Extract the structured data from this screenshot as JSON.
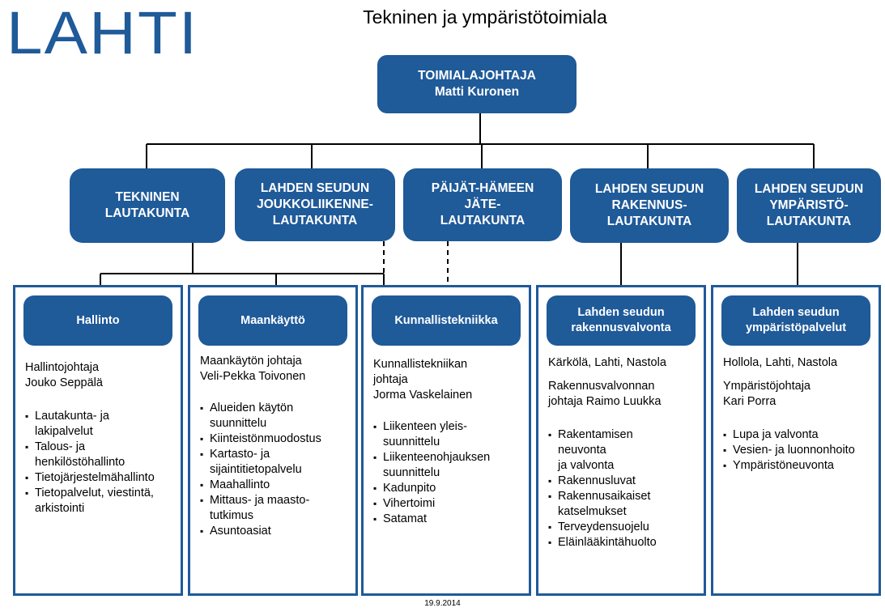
{
  "logo": "LAHTI",
  "title": "Tekninen ja ympäristötoimiala",
  "top": {
    "line1": "TOIMIALAJOHTAJA",
    "line2": "Matti Kuronen"
  },
  "boards": [
    {
      "label": "TEKNINEN\nLAUTAKUNTA"
    },
    {
      "label": "LAHDEN SEUDUN\nJOUKKOLIIKENNE-\nLAUTAKUNTA"
    },
    {
      "label": "PÄIJÄT-HÄMEEN\nJÄTE-\nLAUTAKUNTA"
    },
    {
      "label": "LAHDEN SEUDUN\nRAKENNUS-\nLAUTAKUNTA"
    },
    {
      "label": "LAHDEN SEUDUN\nYMPÄRISTÖ-\nLAUTAKUNTA"
    }
  ],
  "units": [
    {
      "title": "Hallinto",
      "paras": [
        "Hallintojohtaja\nJouko Seppälä"
      ],
      "items": [
        "Lautakunta- ja\nlakipalvelut",
        "Talous- ja\nhenkilöstöhallinto",
        "Tietojärjestelmähallinto",
        "Tietopalvelut, viestintä,\narkistointi"
      ]
    },
    {
      "title": "Maankäyttö",
      "paras": [
        "Maankäytön johtaja\nVeli-Pekka Toivonen"
      ],
      "items": [
        "Alueiden käytön\nsuunnittelu",
        "Kiinteistönmuodostus",
        "Kartasto- ja\nsijaintitietopalvelu",
        "Maahallinto",
        "Mittaus- ja maasto-\ntutkimus",
        "Asuntoasiat"
      ]
    },
    {
      "title": "Kunnallistekniikka",
      "paras": [
        "Kunnallistekniikan\njohtaja\nJorma Vaskelainen"
      ],
      "items": [
        "Liikenteen yleis-\nsuunnittelu",
        "Liikenteenohjauksen\nsuunnittelu",
        "Kadunpito",
        "Vihertoimi",
        "Satamat"
      ]
    },
    {
      "title": "Lahden seudun\nrakennusvalvonta",
      "paras": [
        "Kärkölä, Lahti, Nastola",
        "Rakennusvalvonnan\njohtaja Raimo Luukka"
      ],
      "items": [
        "Rakentamisen\nneuvonta\nja valvonta",
        "Rakennusluvat",
        "Rakennusaikaiset\nkatselmukset",
        "Terveydensuojelu",
        "Eläinlääkintähuolto"
      ]
    },
    {
      "title": "Lahden seudun\nympäristöpalvelut",
      "paras": [
        "Hollola, Lahti, Nastola",
        "Ympäristöjohtaja\nKari Porra"
      ],
      "items": [
        "Lupa ja valvonta",
        "Vesien- ja luonnonhoito",
        "Ympäristöneuvonta"
      ]
    }
  ],
  "date": "19.9.2014",
  "colors": {
    "primary": "#1f5a99",
    "line": "#000000"
  }
}
